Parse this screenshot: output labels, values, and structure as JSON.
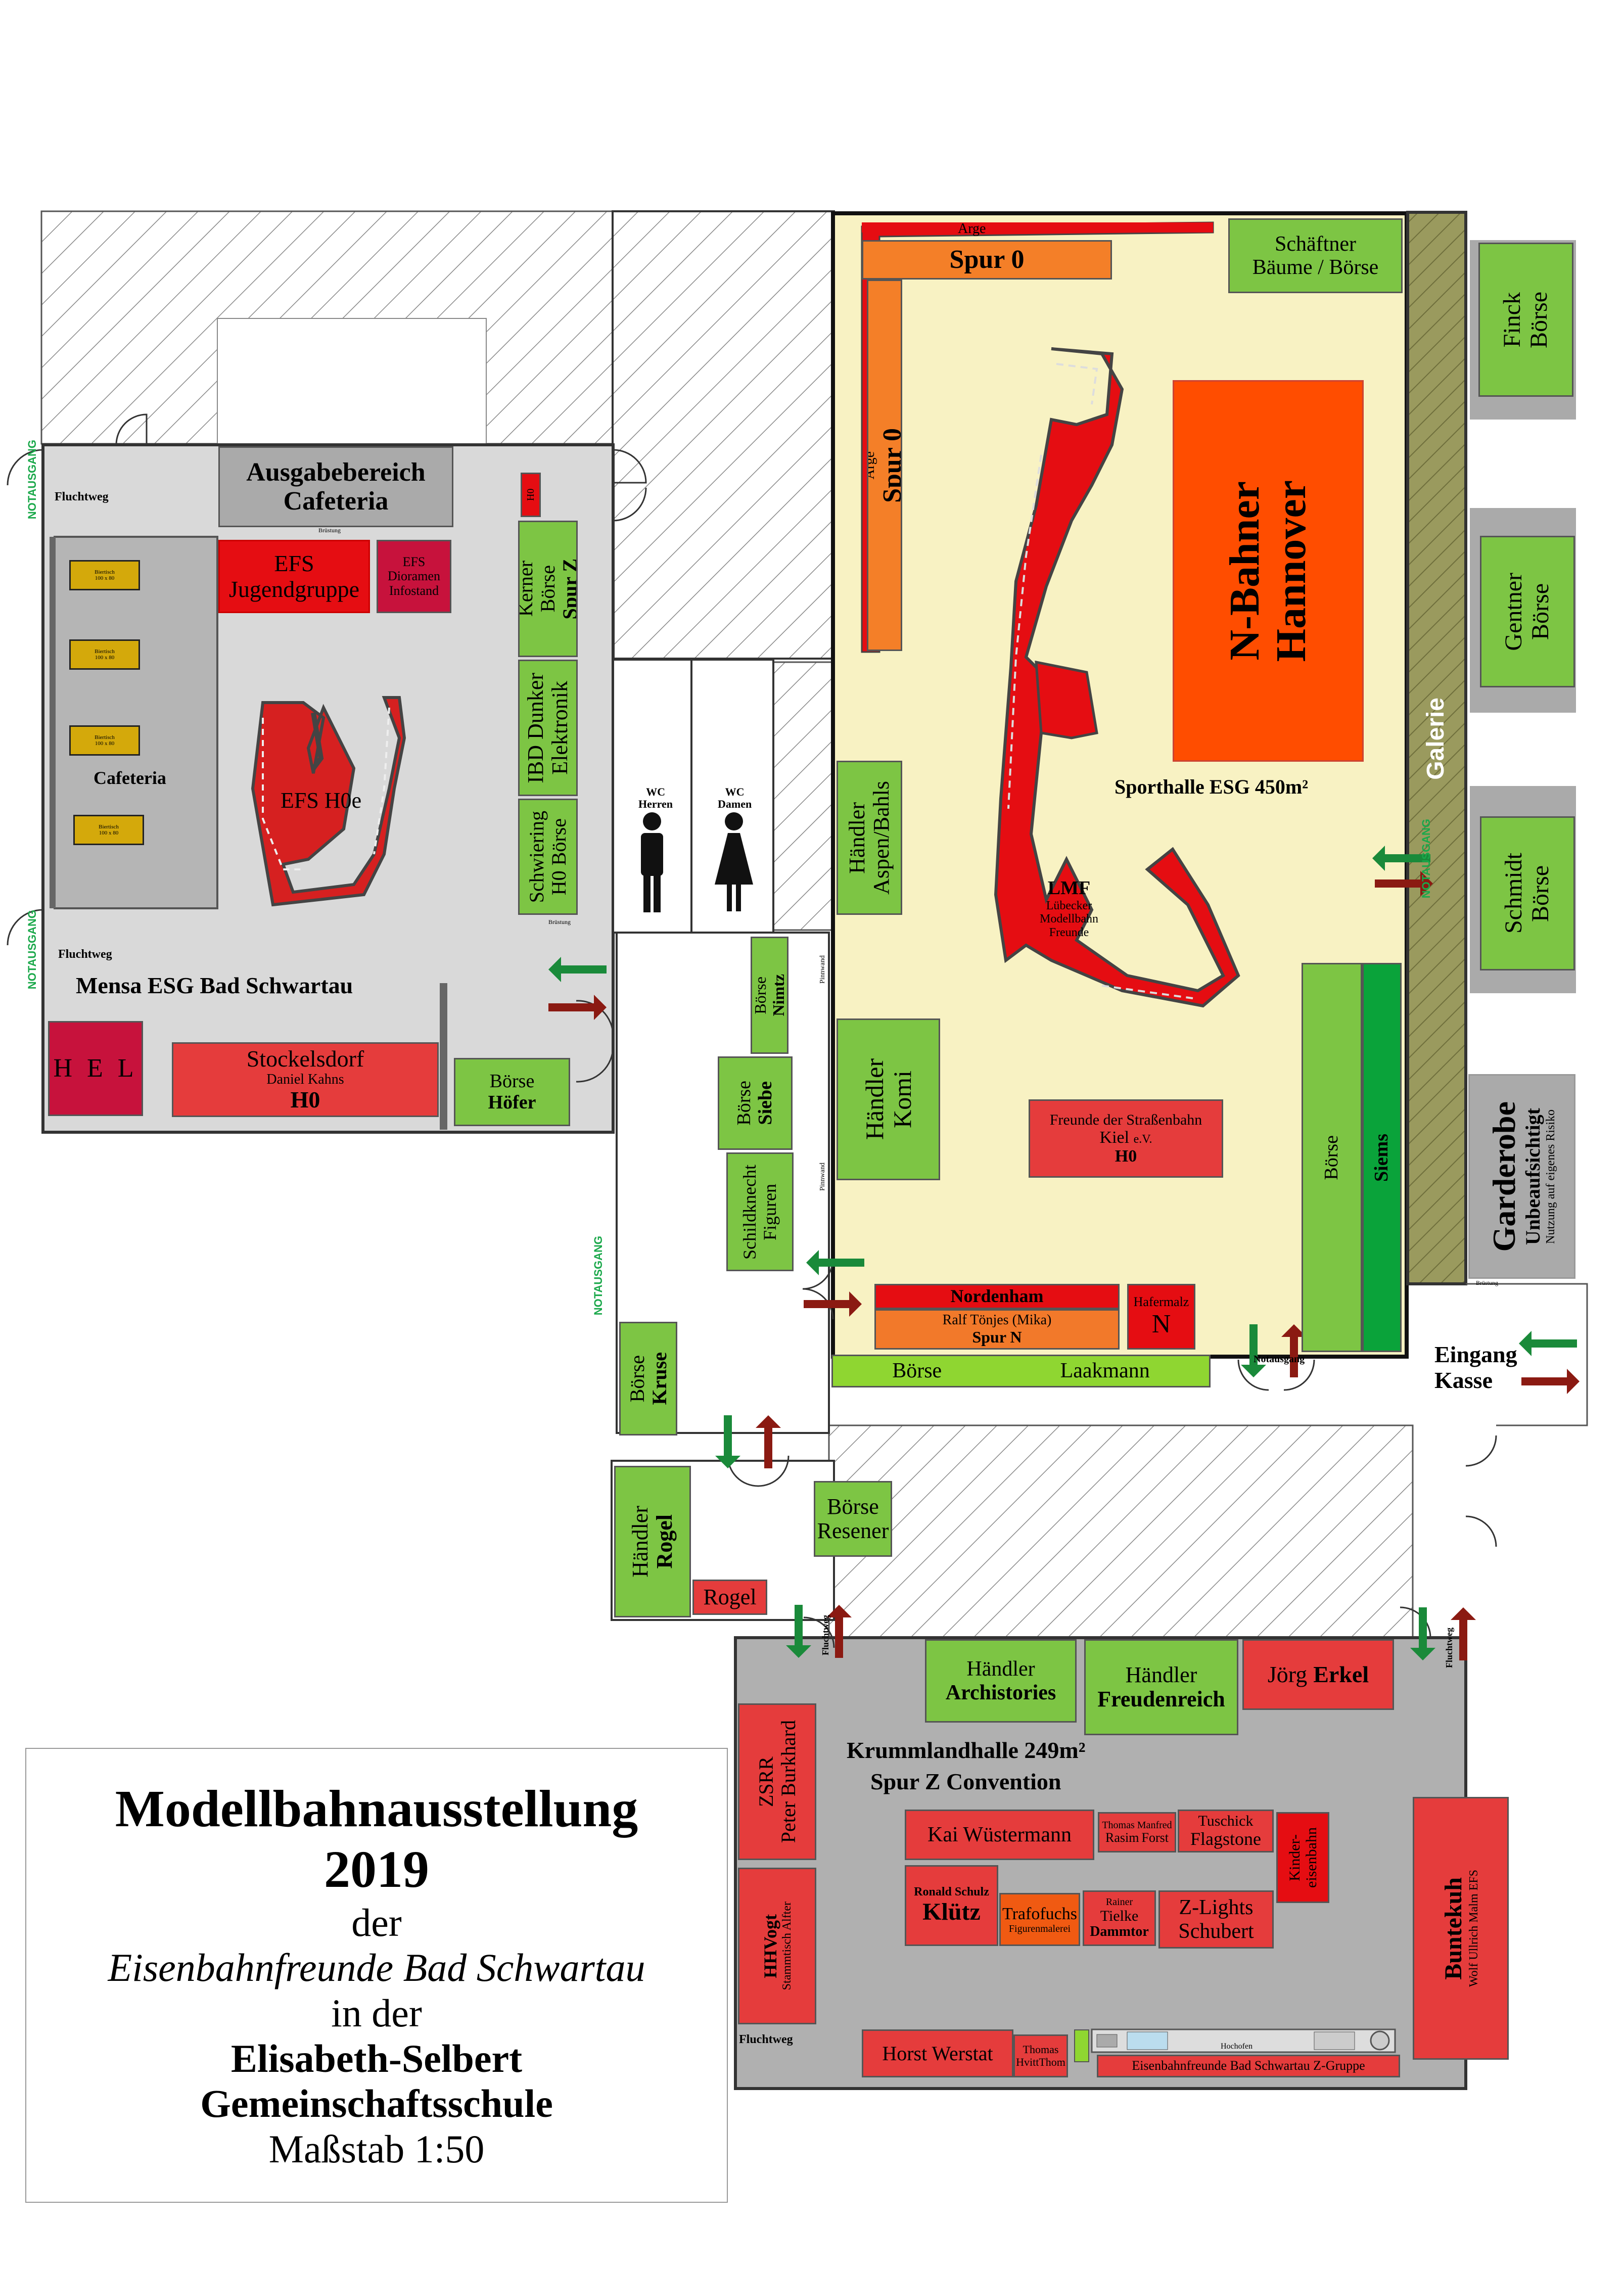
{
  "colors": {
    "exhibitor_green": "#7dc544",
    "dealer_red": "#e53c3c",
    "track_red": "#e50d12",
    "gauge_orange": "#f47f28",
    "hall_yellow": "#f8f2c3",
    "floor_grey": "#d9d9d9",
    "hall_grey": "#b0b0b0",
    "exit_green": "#1aa84a",
    "arrow_darkred": "#8b1a12"
  },
  "title": {
    "line1": "Modellbahnausstellung",
    "line2": "2019",
    "line3": "der",
    "line4": "Eisenbahnfreunde Bad Schwartau",
    "line5": "in der",
    "line6": "Elisabeth-Selbert",
    "line7": "Gemeinschaftsschule",
    "line8": "Maßstab 1:50"
  },
  "mensa": {
    "name": "Mensa ESG Bad Schwartau",
    "fluchtweg1": "Fluchtweg",
    "fluchtweg2": "Fluchtweg",
    "notausgang1": "NOTAUSGANG",
    "notausgang2": "NOTAUSGANG",
    "cafeteria": "Cafeteria",
    "tables": [
      {
        "l1": "Biertisch",
        "l2": "100 x 80"
      },
      {
        "l1": "Biertisch",
        "l2": "100 x 80"
      },
      {
        "l1": "Biertisch",
        "l2": "100 x 80"
      },
      {
        "l1": "Biertisch",
        "l2": "100 x 80"
      }
    ],
    "ausgabe": {
      "l1": "Ausgabebereich",
      "l2": "Cafeteria",
      "small": "Brüstung"
    },
    "efs_jugend": {
      "l1": "EFS",
      "l2": "Jugendgruppe"
    },
    "efs_dioramen": {
      "l1": "EFS",
      "l2": "Dioramen",
      "l3": "Infostand"
    },
    "h0_small": "H0",
    "kerner": {
      "l1": "Kerner",
      "l2": "Börse",
      "l3": "Spur Z"
    },
    "ibd": {
      "l1": "IBD Dunker",
      "l2": "Elektronik"
    },
    "schwiering": {
      "l1": "Schwiering",
      "l2": "H0 Börse"
    },
    "bruestung2": "Brüstung",
    "efs_h0e": "EFS H0e",
    "hel": "H E L",
    "stockelsdorf": {
      "l1": "Stockelsdorf",
      "l2": "Daniel Kahns",
      "l3": "H0"
    },
    "hoefer": {
      "l1": "Börse",
      "l2": "Höfer"
    }
  },
  "middle": {
    "wc_herren": {
      "l1": "WC",
      "l2": "Herren"
    },
    "wc_damen": {
      "l1": "WC",
      "l2": "Damen"
    },
    "nimtz": {
      "l1": "Börse",
      "l2": "Nimtz"
    },
    "siebe": {
      "l1": "Börse",
      "l2": "Siebe"
    },
    "schildknecht": {
      "l1": "Schildknecht",
      "l2": "Figuren"
    },
    "notausgang": "NOTAUSGANG",
    "kruse": {
      "l1": "Börse",
      "l2": "Kruse"
    },
    "rogel_h": {
      "l1": "Händler",
      "l2": "Rogel"
    },
    "rogel": "Rogel",
    "resener": {
      "l1": "Börse",
      "l2": "Resener"
    },
    "pin1": "Pinnwand",
    "pin2": "Pinnwand"
  },
  "sporthalle": {
    "name": "Sporthalle ESG 450m²",
    "arge_top": "Arge",
    "spur0_top": "Spur 0",
    "arge_side": "Arge",
    "spur0_side": "Spur 0",
    "schaeftner": {
      "l1": "Schäftner",
      "l2": "Bäume  /  Börse"
    },
    "nbahner": {
      "l1": "N-Bahner",
      "l2": "Hannover"
    },
    "galerie": "Galerie",
    "notausgang": "NOTAUSGANG",
    "aspen": {
      "l1": "Händler",
      "l2": "Aspen/Bahls"
    },
    "lmf": {
      "l1": "LMF",
      "l2": "Lübecker",
      "l3": "Modellbahn",
      "l4": "Freunde"
    },
    "komi": {
      "l1": "Händler",
      "l2": "Komi"
    },
    "strassenbahn": {
      "l1": "Freunde der Straßenbahn",
      "l2": "Kiel",
      "l2b": "e.V.",
      "l3": "H0"
    },
    "nordenham": {
      "l1": "Nordenham",
      "l2": "Ralf Tönjes (Mika)",
      "l3": "Spur N"
    },
    "hafermalz": {
      "l1": "Hafermalz",
      "l2": "N"
    },
    "siems": {
      "l1": "Börse",
      "l2": "Siems"
    },
    "laakmann": {
      "l1": "Börse",
      "l2": "Laakmann"
    },
    "notausgang_bottom": "Notausgang"
  },
  "outside": {
    "finck": {
      "l1": "Finck",
      "l2": "Börse"
    },
    "gentner": {
      "l1": "Gentner",
      "l2": "Börse"
    },
    "schmidt": {
      "l1": "Schmidt",
      "l2": "Börse"
    },
    "garderobe": {
      "l1": "Garderobe",
      "l2": "Unbeaufsichtigt",
      "l3": "Nutzung auf eigenes Risiko"
    },
    "eingang": {
      "l1": "Eingang",
      "l2": "Kasse"
    },
    "bruestung": "Brüstung"
  },
  "krummland": {
    "name": "Krummlandhalle  249m²",
    "sub": "Spur Z Convention",
    "archistories": {
      "l1": "Händler",
      "l2": "Archistories"
    },
    "freudenreich": {
      "l1": "Händler",
      "l2": "Freudenreich"
    },
    "erkel": {
      "l1": "Jörg",
      "l2": "Erkel"
    },
    "zsrr": {
      "l1": "ZSRR",
      "l2": "Peter Burkhard"
    },
    "hhvogt": {
      "l1": "HHVogt",
      "l2": "Stammtisch Alfter"
    },
    "kai": "Kai Wüstermann",
    "rasim": {
      "l1": "Thomas Manfred",
      "l2": "Rasim",
      "l2b": "Forst"
    },
    "tuschick": {
      "l1": "Tuschick",
      "l2": "Flagstone"
    },
    "kinder": {
      "l1": "Kinder-",
      "l2": "eisenbahn"
    },
    "kluetz": {
      "l1": "Ronald Schulz",
      "l2": "Klütz"
    },
    "trafofuchs": {
      "l1": "Trafofuchs",
      "l2": "Figurenmalerei"
    },
    "tielke": {
      "l1": "Rainer",
      "l2": "Tielke",
      "l3": "Dammtor"
    },
    "zlights": {
      "l1": "Z-Lights",
      "l2": "Schubert"
    },
    "buntekuh": {
      "l1": "Buntekuh",
      "l2": "Wolf Ullrich Malm EFS"
    },
    "werstat": "Horst Werstat",
    "thomas": {
      "l1": "Thomas",
      "l2": "HvittThom"
    },
    "hochofen": "Hochofen",
    "efs_zgruppe": "Eisenbahnfreunde Bad Schwartau Z-Gruppe",
    "fluchtweg": "Fluchtweg",
    "fluchtweg2": "Fluchtweg",
    "fluchtweg3": "Fluchtweg"
  }
}
